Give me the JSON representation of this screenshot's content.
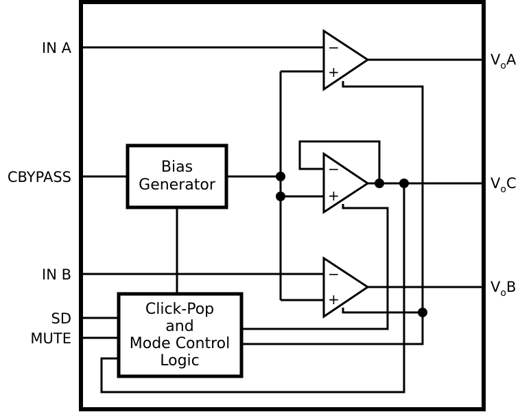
{
  "inputs": {
    "in_a": "IN A",
    "cbypass": "CBYPASS",
    "in_b": "IN B",
    "sd": "SD",
    "mute": "MUTE"
  },
  "outputs": {
    "vo_a": {
      "main": "V",
      "sub": "o",
      "suffix": "A"
    },
    "vo_c": {
      "main": "V",
      "sub": "o",
      "suffix": "C"
    },
    "vo_b": {
      "main": "V",
      "sub": "o",
      "suffix": "B"
    }
  },
  "bias_block": {
    "line1": "Bias",
    "line2": "Generator"
  },
  "control_block": {
    "line1": "Click-Pop",
    "line2": "and",
    "line3": "Mode Control",
    "line4": "Logic"
  },
  "amp_signs": {
    "minus": "−",
    "plus": "+"
  }
}
